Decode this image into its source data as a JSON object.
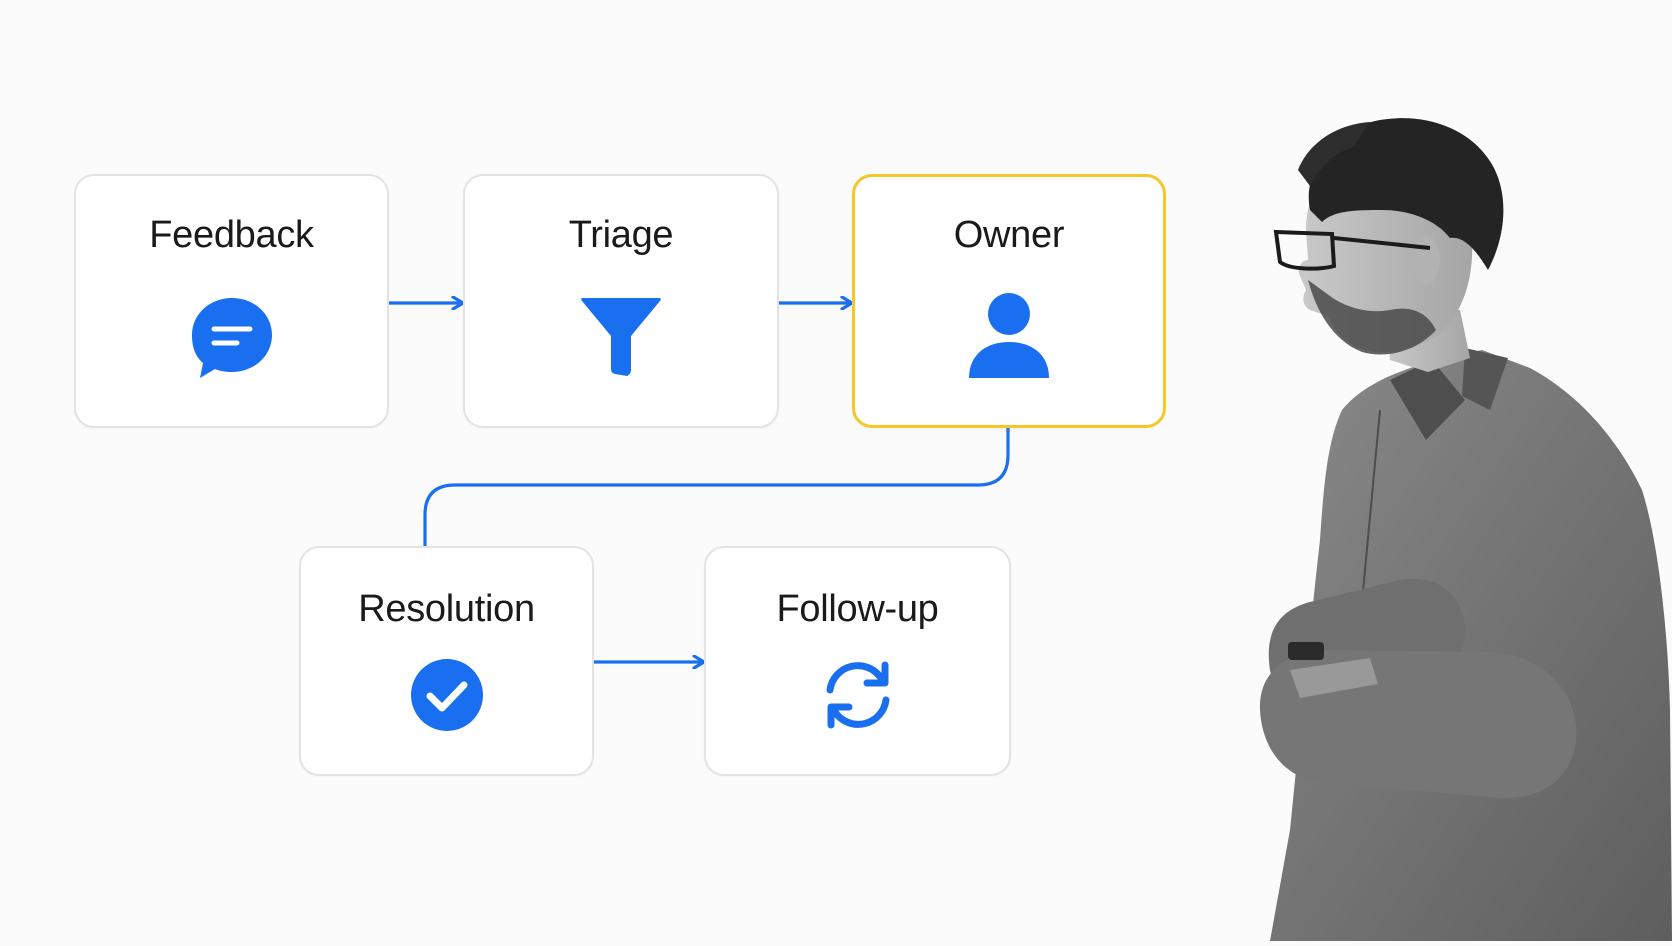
{
  "colors": {
    "accent": "#1a6ff0",
    "highlight_border": "#f7c628",
    "card_border": "#e3e3e3",
    "text": "#1a1a1a"
  },
  "steps": [
    {
      "label": "Feedback",
      "icon": "chat-bubble-icon",
      "highlighted": false
    },
    {
      "label": "Triage",
      "icon": "funnel-icon",
      "highlighted": false
    },
    {
      "label": "Owner",
      "icon": "person-icon",
      "highlighted": true
    },
    {
      "label": "Resolution",
      "icon": "check-circle-icon",
      "highlighted": false
    },
    {
      "label": "Follow-up",
      "icon": "refresh-icon",
      "highlighted": false
    }
  ],
  "illustration": "person-looking-at-diagram"
}
